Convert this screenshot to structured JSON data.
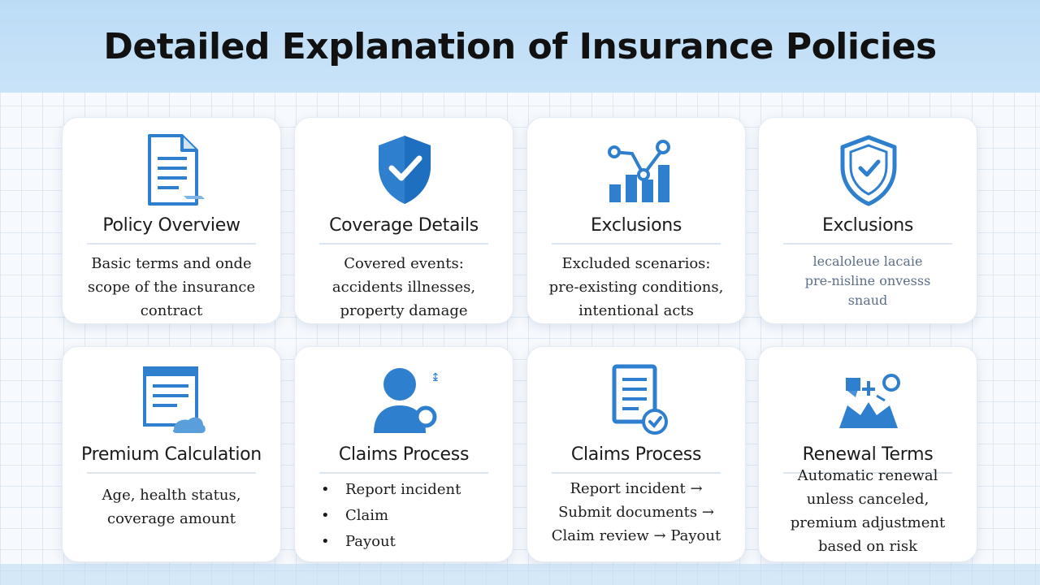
{
  "header": {
    "title": "Detailed Explanation of Insurance Policies"
  },
  "colors": {
    "accent": "#2f7fcf",
    "accent_dark": "#1f5fa8",
    "header_bg": "#c4e0f7"
  },
  "cards": [
    {
      "title": "Policy Overview",
      "icon": "document-icon",
      "lines": [
        "Basic terms and onde",
        "scope of the insurance",
        "contract"
      ]
    },
    {
      "title": "Coverage Details",
      "icon": "shield-check-icon",
      "lines": [
        "Covered events:",
        "accidents illnesses,",
        "property damage"
      ]
    },
    {
      "title": "Exclusions",
      "icon": "chart-icon",
      "lines": [
        "Excluded scenarios:",
        "pre-existing conditions,",
        "intentional acts"
      ]
    },
    {
      "title": "Exclusions",
      "icon": "shield-icon",
      "lines": [
        "lecaloleue lacaie",
        "pre-nisline onvesss",
        "snaud"
      ]
    },
    {
      "title": "Premium Calculation",
      "icon": "calculator-document-icon",
      "lines": [
        "Age, health status,",
        "coverage amount"
      ]
    },
    {
      "title": "Claims Process",
      "icon": "person-icon",
      "lines": [
        "Report incident",
        "Claim",
        "Payout"
      ]
    },
    {
      "title": "Claims Process",
      "icon": "document-check-icon",
      "lines": [
        "Report incident →",
        "Submit documents →",
        "Claim review → Payout"
      ]
    },
    {
      "title": "Renewal Terms",
      "icon": "renewal-icon",
      "lines": [
        "Automatic renewal",
        "unless canceled,",
        "premium adjustment",
        "based on risk"
      ]
    }
  ]
}
